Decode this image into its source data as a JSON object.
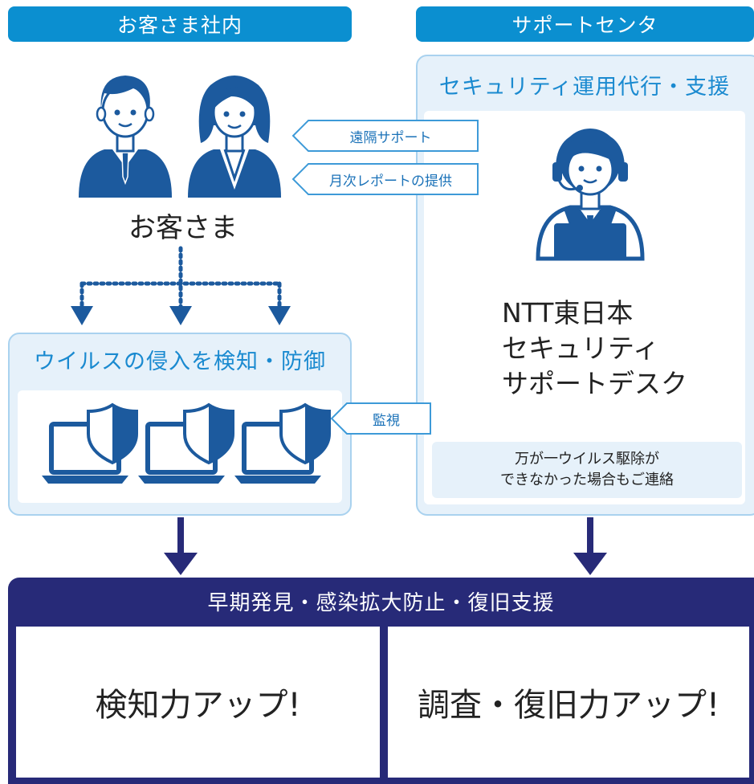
{
  "headers": {
    "left": "お客さま社内",
    "right": "サポートセンタ"
  },
  "customer": {
    "label": "お客さま"
  },
  "arrows_labels": {
    "remote_support": "遠隔サポート",
    "monthly_report": "月次レポートの提供",
    "monitoring": "監視"
  },
  "virus_box": {
    "title": "ウイルスの侵入を検知・防御"
  },
  "support_box": {
    "title": "セキュリティ運用代行・支援",
    "desk_name_line1": "NTT東日本",
    "desk_name_line2": "セキュリティ",
    "desk_name_line3": "サポートデスク",
    "note_line1": "万が一ウイルス駆除が",
    "note_line2": "できなかった場合もご連絡"
  },
  "bottom": {
    "title": "早期発見・感染拡大防止・復旧支援",
    "left_result": "検知力アップ!",
    "right_result": "調査・復旧力アップ!"
  },
  "colors": {
    "header_blue": "#0b8fd0",
    "icon_navy": "#1c5a9e",
    "light_fill": "#e6f1fa",
    "dark_panel": "#272a78"
  }
}
